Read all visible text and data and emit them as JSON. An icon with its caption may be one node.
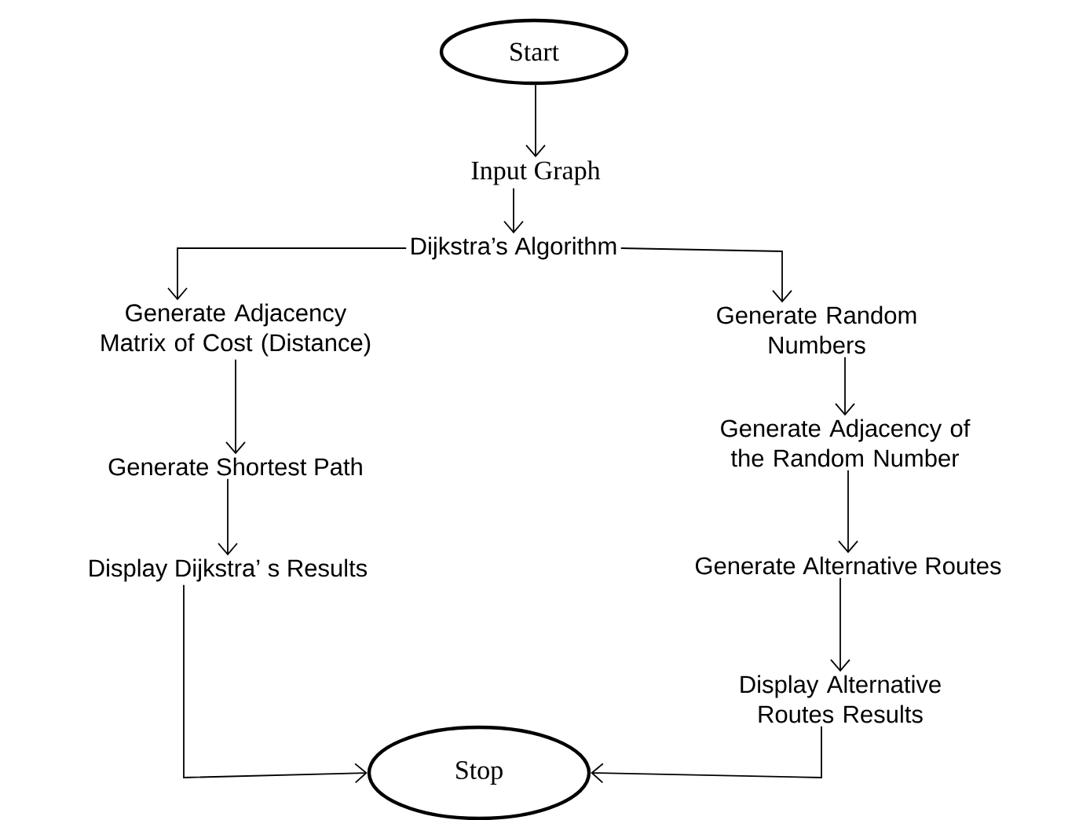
{
  "diagram": {
    "nodes": [
      {
        "text": [
          "Start"
        ]
      },
      {
        "text": [
          "Input Graph"
        ]
      },
      {
        "text": [
          "Dijkstra’s Algorithm"
        ]
      },
      {
        "text": [
          "Generate Adjacency Matrix of Cost (Distance)"
        ]
      },
      {
        "text": [
          "Generate Shortest Path"
        ]
      },
      {
        "text": [
          "Display Dijkstra’ s Results"
        ]
      },
      {
        "text": [
          "Generate Random Numbers"
        ]
      },
      {
        "text": [
          "Generate Adjacency of the Random Number"
        ]
      },
      {
        "text": [
          "Generate Alternative Routes"
        ]
      },
      {
        "text": [
          "Display Alternative Routes Results"
        ]
      },
      {
        "text": [
          "Stop"
        ]
      }
    ],
    "edges": [
      {
        "from": 0,
        "to": 1,
        "arrow": "to"
      },
      {
        "from": 1,
        "to": 2,
        "arrow": "to"
      },
      {
        "from": 2,
        "to": 3,
        "arrow": "to"
      },
      {
        "from": 2,
        "to": 6,
        "arrow": "to"
      },
      {
        "from": 3,
        "to": 4,
        "arrow": "to"
      },
      {
        "from": 4,
        "to": 5,
        "arrow": "to"
      },
      {
        "from": 6,
        "to": 7,
        "arrow": "to"
      },
      {
        "from": 7,
        "to": 8,
        "arrow": "to"
      },
      {
        "from": 8,
        "to": 9,
        "arrow": "to"
      },
      {
        "from": 5,
        "to": 10,
        "arrow": "to"
      },
      {
        "from": 9,
        "to": 10,
        "arrow": "to"
      }
    ]
  }
}
